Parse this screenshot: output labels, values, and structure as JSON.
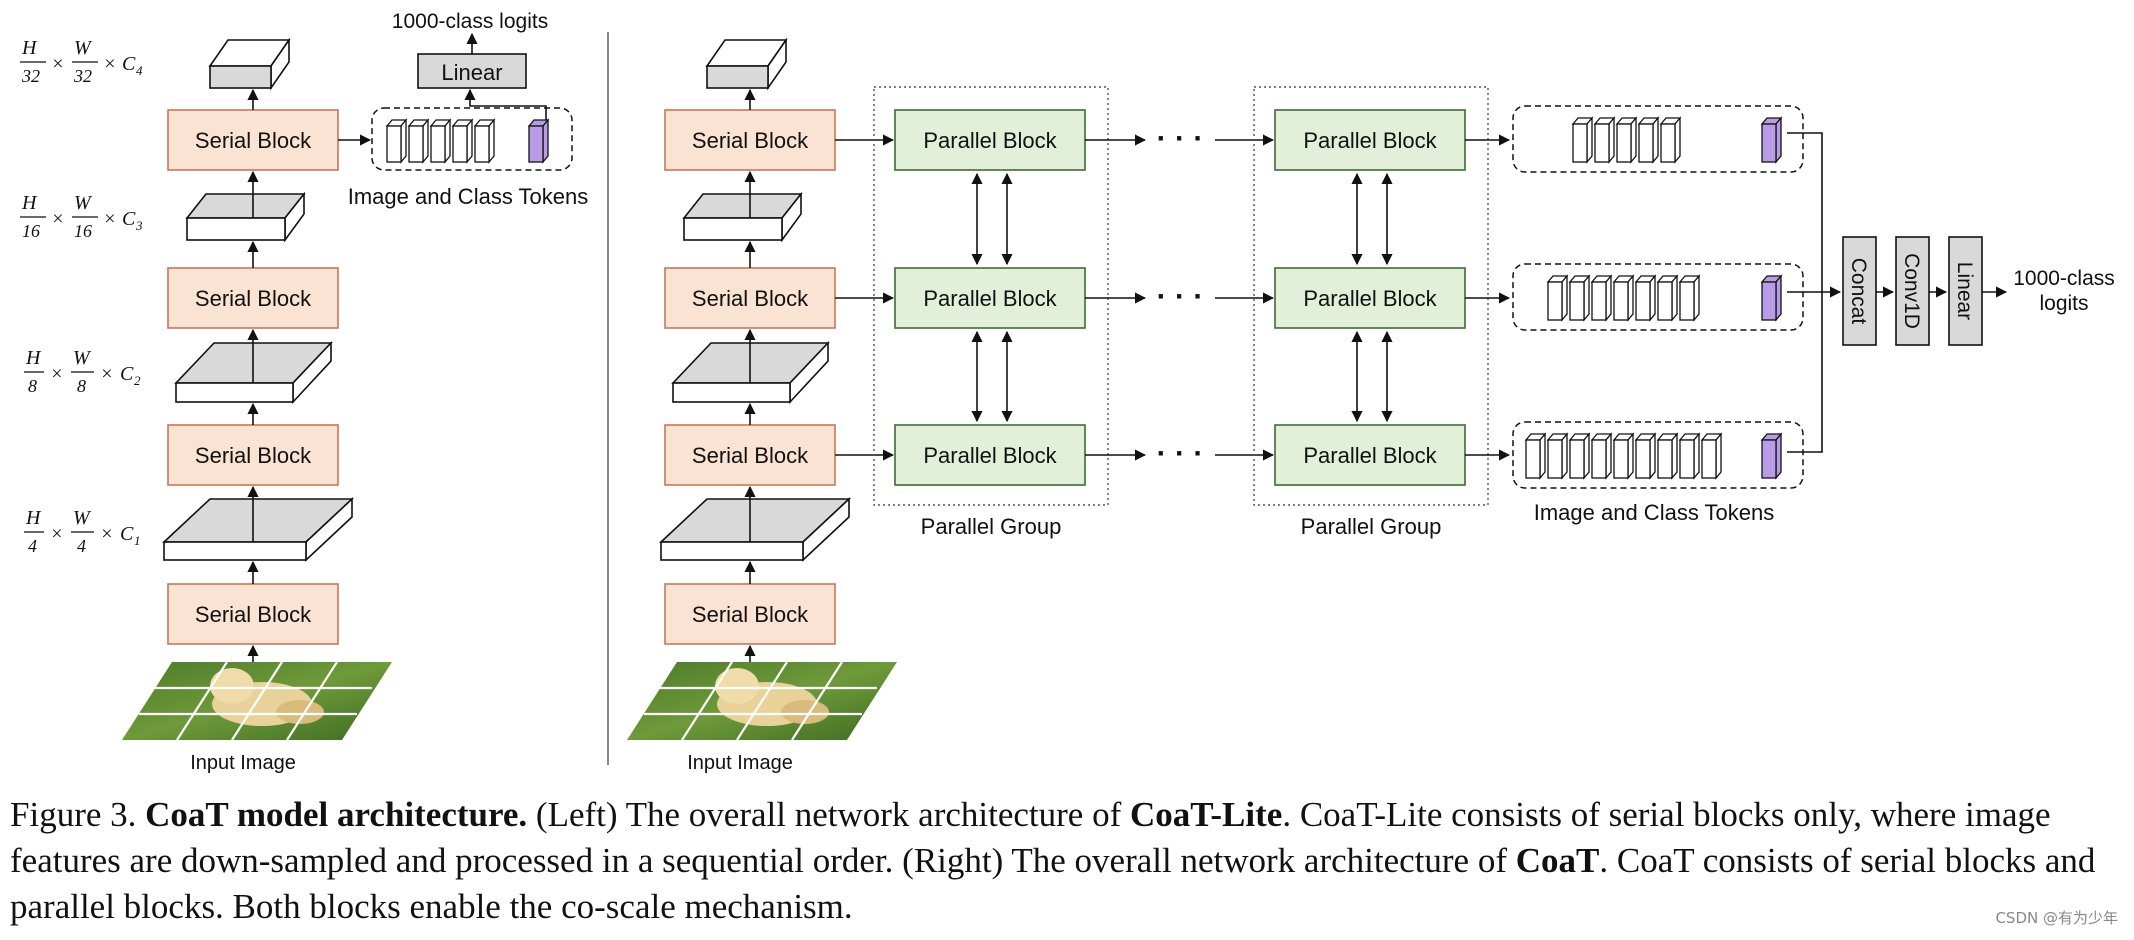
{
  "colors": {
    "serial_fill": "#fbe3d3",
    "serial_stroke": "#c9765a",
    "parallel_fill": "#e2f0d9",
    "parallel_stroke": "#3f6a34",
    "class_token": "#b99ce6",
    "gray_box": "#d9d9d9"
  },
  "left": {
    "serial_label": "Serial Block",
    "linear_label": "Linear",
    "logits_label": "1000-class logits",
    "tokens_label": "Image and Class Tokens",
    "input_label": "Input Image",
    "dims": [
      {
        "num": "H",
        "den1": "32",
        "mid": "W",
        "den2": "32",
        "ch": "C",
        "sub": "4"
      },
      {
        "num": "H",
        "den1": "16",
        "mid": "W",
        "den2": "16",
        "ch": "C",
        "sub": "3"
      },
      {
        "num": "H",
        "den1": "8",
        "mid": "W",
        "den2": "8",
        "ch": "C",
        "sub": "2"
      },
      {
        "num": "H",
        "den1": "4",
        "mid": "W",
        "den2": "4",
        "ch": "C",
        "sub": "1"
      }
    ],
    "times_symbol": "×"
  },
  "right": {
    "serial_label": "Serial Block",
    "parallel_label": "Parallel Block",
    "group_label": "Parallel Group",
    "ellipsis": "· · ·",
    "tokens_label": "Image and Class Tokens",
    "concat_label": "Concat",
    "conv_label": "Conv1D",
    "linear_label": "Linear",
    "logits_line1": "1000-class",
    "logits_line2": "logits",
    "input_label": "Input Image"
  },
  "caption": {
    "prefix": "Figure 3. ",
    "bold1": "CoaT model architecture.",
    "text1": " (Left) The overall network architecture of ",
    "bold2": "CoaT-Lite",
    "text2": ". CoaT-Lite consists of serial blocks only, where image features are down-sampled and processed in a sequential order. (Right) The overall network architecture of ",
    "bold3": "CoaT",
    "text3": ". CoaT consists of serial blocks and parallel blocks. Both blocks enable the co-scale mechanism."
  },
  "watermark": "CSDN @有为少年"
}
